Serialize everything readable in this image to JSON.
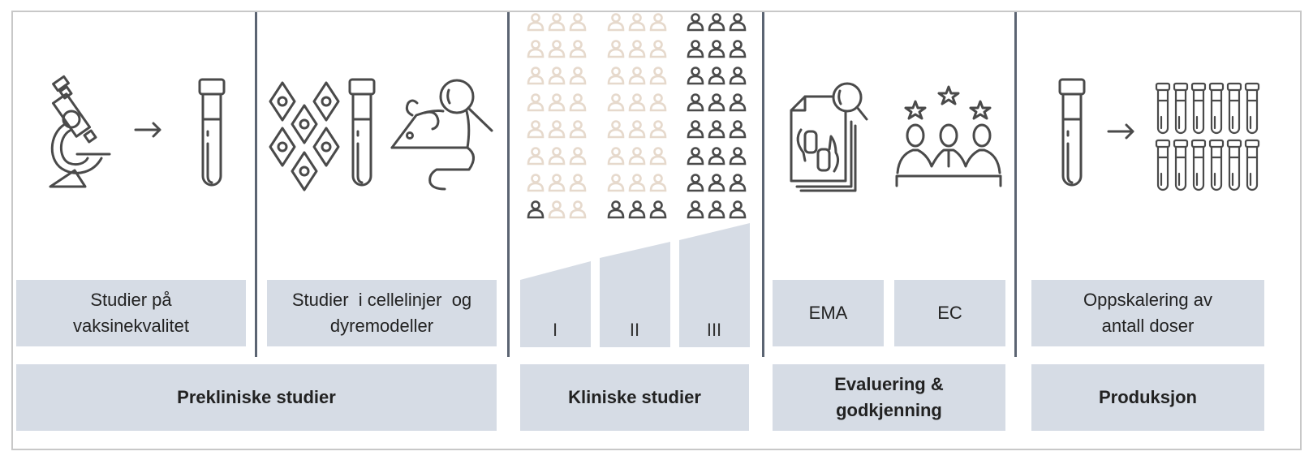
{
  "stages": {
    "preclinical": {
      "label": "Prekliniske studier",
      "sub": [
        {
          "label_line1": "Studier på",
          "label_line2": "vaksinekvalitet",
          "icons": [
            "microscope-icon",
            "arrow-right-icon",
            "test-tube-icon"
          ]
        },
        {
          "label_line1": "Studier  i cellelinjer  og",
          "label_line2": "dyremodeller",
          "icons": [
            "cells-icon",
            "test-tube-icon",
            "mouse-magnifier-icon"
          ]
        }
      ]
    },
    "clinical": {
      "label": "Kliniske studier",
      "phases": [
        {
          "label": "I",
          "participants_highlighted": 1,
          "participants_total": 24
        },
        {
          "label": "II",
          "participants_highlighted": 3,
          "participants_total": 24
        },
        {
          "label": "III",
          "participants_highlighted": 24,
          "participants_total": 24
        }
      ],
      "colors": {
        "highlighted": "#4a4a4a",
        "faded": "#e6d9cc"
      }
    },
    "evaluation": {
      "label_line1": "Evaluering &",
      "label_line2": "godkjenning",
      "sub": [
        {
          "label": "EMA",
          "icon": "document-review-icon"
        },
        {
          "label": "EC",
          "icon": "committee-stars-icon"
        }
      ]
    },
    "production": {
      "label": "Produksjon",
      "sub": {
        "label_line1": "Oppskalering av",
        "label_line2": "antall doser",
        "icons": [
          "test-tube-icon",
          "arrow-right-icon",
          "many-test-tubes-icon"
        ]
      }
    }
  },
  "colors": {
    "box": "#d6dce5",
    "divider": "#5b6472",
    "icon": "#4a4a4a"
  }
}
